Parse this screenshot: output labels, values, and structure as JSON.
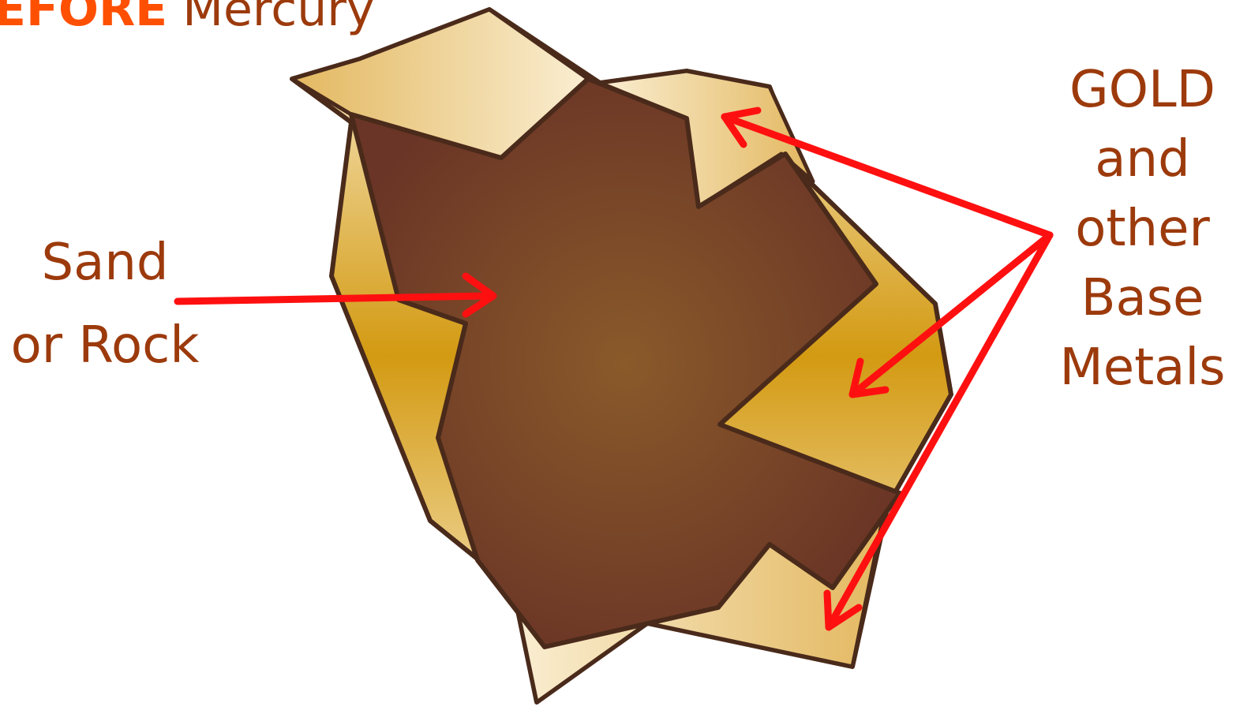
{
  "title": {
    "emphasis": "EFORE",
    "rest": "Mercury"
  },
  "labels": {
    "sand_rock": [
      "Sand",
      "or Rock"
    ],
    "gold_metals": [
      "GOLD",
      "and",
      "other",
      "Base",
      "Metals"
    ]
  },
  "colors": {
    "rock_outline": "#4a2a1a",
    "rock_center": "#8a5a2a",
    "rock_edge": "#6a3526",
    "gold_light": "#fbefd3",
    "gold_dark": "#d39a12",
    "arrow": "#ff1010",
    "label_text": "#9c3a0c",
    "title_emphasis": "#ff4f00"
  }
}
